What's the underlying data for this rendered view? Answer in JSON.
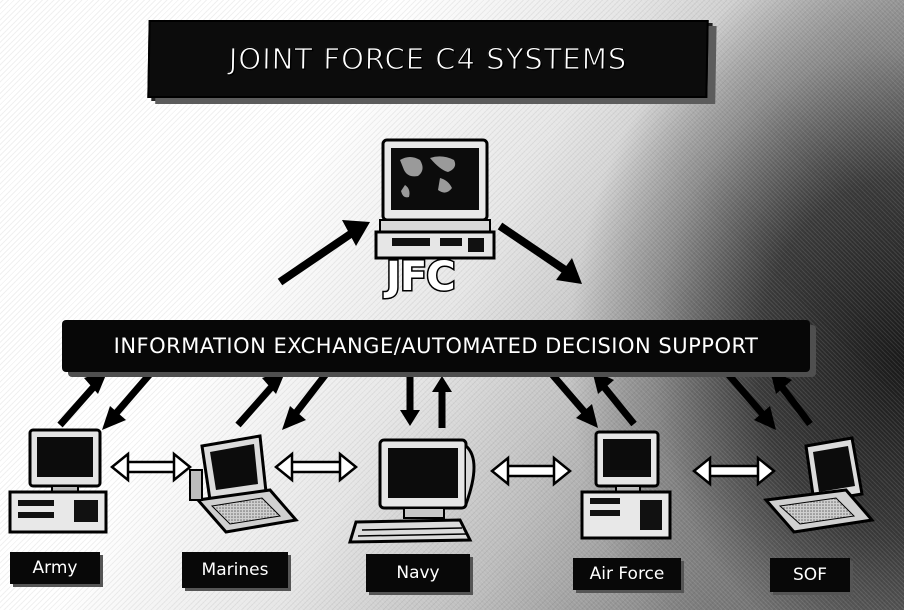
{
  "title": "JOINT FORCE C4 SYSTEMS",
  "hub": {
    "label": "INFORMATION EXCHANGE/AUTOMATED DECISION SUPPORT"
  },
  "commander": {
    "label": "JFC"
  },
  "nodes": [
    {
      "id": "army",
      "label": "Army"
    },
    {
      "id": "marines",
      "label": "Marines"
    },
    {
      "id": "navy",
      "label": "Navy"
    },
    {
      "id": "airforce",
      "label": "Air Force"
    },
    {
      "id": "sof",
      "label": "SOF"
    }
  ],
  "colors": {
    "ink": "#000000",
    "label_bg": "#080808",
    "label_text": "#ffffff"
  }
}
